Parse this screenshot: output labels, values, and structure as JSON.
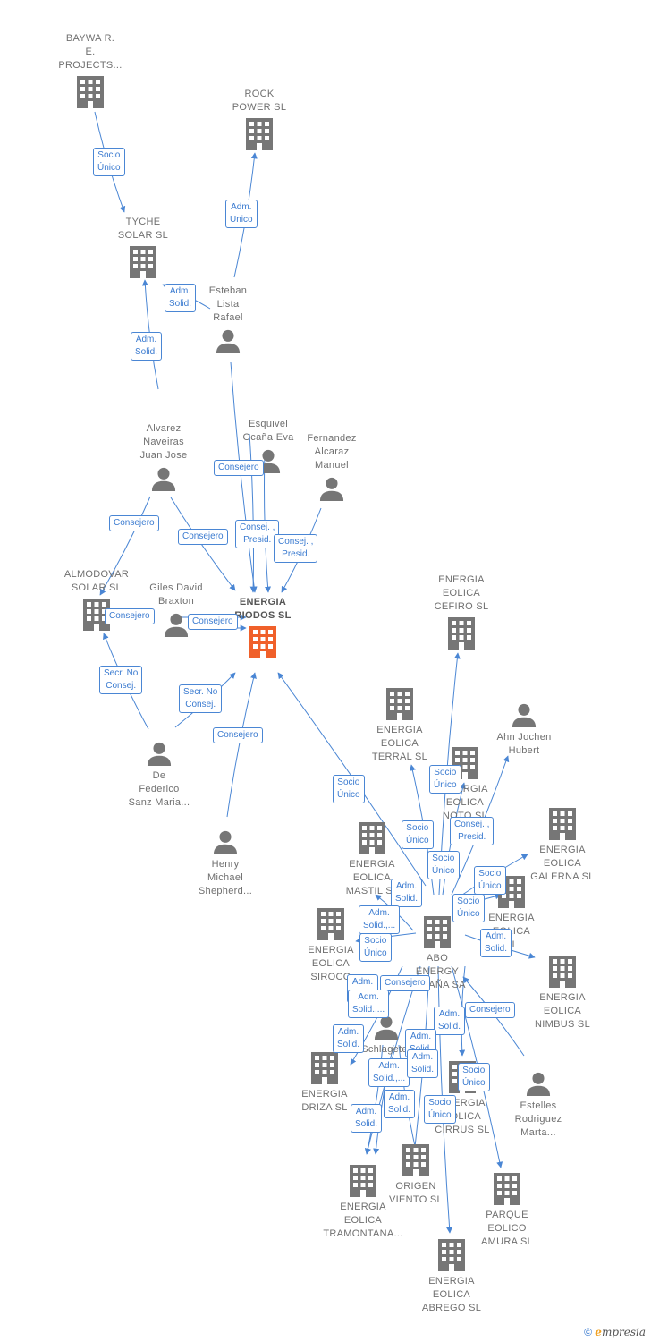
{
  "colors": {
    "edge": "#4a86d4",
    "company": "#767676",
    "person": "#767676",
    "main": "#f0602a"
  },
  "nodes": [
    {
      "id": "bayway",
      "type": "company",
      "label": "BAYWA R.\nE.\nPROJECTS..."
    },
    {
      "id": "rock",
      "type": "company",
      "label": "ROCK\nPOWER SL"
    },
    {
      "id": "tyche",
      "type": "company",
      "label": "TYCHE\nSOLAR  SL"
    },
    {
      "id": "esteban",
      "type": "person",
      "label": "Esteban\nLista\nRafael"
    },
    {
      "id": "alvarez",
      "type": "person",
      "label": "Alvarez\nNaveiras\nJuan Jose"
    },
    {
      "id": "esquivel",
      "type": "person",
      "label": "Esquivel\nOcaña Eva"
    },
    {
      "id": "fernandez",
      "type": "person",
      "label": "Fernandez\nAlcaraz\nManuel"
    },
    {
      "id": "almodovar",
      "type": "company",
      "label": "ALMODOVAR\nSOLAR  SL"
    },
    {
      "id": "giles",
      "type": "person",
      "label": "Giles David\nBraxton"
    },
    {
      "id": "main",
      "type": "main",
      "label": "ENERGIA\nRIODOS  SL"
    },
    {
      "id": "cefiro",
      "type": "company",
      "label": "ENERGIA\nEOLICA\nCEFIRO  SL"
    },
    {
      "id": "defederico",
      "type": "person",
      "label": "De\nFederico\nSanz Maria..."
    },
    {
      "id": "terral",
      "type": "company",
      "label": "ENERGIA\nEOLICA\nTERRAL  SL"
    },
    {
      "id": "ahn",
      "type": "person",
      "label": "Ahn Jochen\nHubert"
    },
    {
      "id": "noto",
      "type": "company",
      "label": "ENERGIA\nEOLICA\nNOTO  SL"
    },
    {
      "id": "galerna",
      "type": "company",
      "label": "ENERGIA\nEOLICA\nGALERNA  SL"
    },
    {
      "id": "henry",
      "type": "person",
      "label": "Henry\nMichael\nShepherd..."
    },
    {
      "id": "mastil",
      "type": "company",
      "label": "ENERGIA\nEOLICA\nMASTIL SL"
    },
    {
      "id": "eolica_sl",
      "type": "company",
      "label": "ENERGIA\nEOLICA\nSL"
    },
    {
      "id": "siroco",
      "type": "company",
      "label": "ENERGIA\nEOLICA\nSIROCO"
    },
    {
      "id": "abo",
      "type": "company",
      "label": "ABO\nENERGY\nESPAÑA SA"
    },
    {
      "id": "nimbus",
      "type": "company",
      "label": "ENERGIA\nEOLICA\nNIMBUS SL"
    },
    {
      "id": "schlageter",
      "type": "person",
      "label": "Schlageter\nKlaus\nM..."
    },
    {
      "id": "driza",
      "type": "company",
      "label": "ENERGIA\nDRIZA  SL"
    },
    {
      "id": "cirrus",
      "type": "company",
      "label": "ENERGIA\nEOLICA\nCIRRUS SL"
    },
    {
      "id": "estelles",
      "type": "person",
      "label": "Estelles\nRodriguez\nMarta..."
    },
    {
      "id": "origen",
      "type": "company",
      "label": "ORIGEN\nVIENTO  SL"
    },
    {
      "id": "tramontana",
      "type": "company",
      "label": "ENERGIA\nEOLICA\nTRAMONTANA..."
    },
    {
      "id": "amura",
      "type": "company",
      "label": "PARQUE\nEOLICO\nAMURA SL"
    },
    {
      "id": "abrego",
      "type": "company",
      "label": "ENERGIA\nEOLICA\nABREGO  SL"
    }
  ],
  "edge_labels": [
    "Socio\nÚnico",
    "Adm.\nUnico",
    "Adm.\nSolid.",
    "Adm.\nSolid.",
    "Consejero",
    "Consej. ,\nPresid.",
    "Consej. ,\nPresid.",
    "Consejero",
    "Consejero",
    "Consejero",
    "Consejero",
    "Secr.  No\nConsej.",
    "Secr.  No\nConsej.",
    "Consejero",
    "Socio\nÚnico",
    "Socio\nÚnico",
    "Socio\nÚnico",
    "Consej. ,\nPresid.",
    "Socio\nÚnico",
    "Socio\nÚnico",
    "Adm.\nSolid.",
    "Socio\nÚnico",
    "Adm.\nSolid.,...",
    "Adm.\nSolid.",
    "Socio\nÚnico",
    "Adm.\nSolid.",
    "Consejero",
    "Adm.\nSolid.,...",
    "Adm.\nSolid.",
    "Consejero",
    "Adm.\nSolid.",
    "Adm.\nSolid.",
    "Adm.\nSolid.,...",
    "Socio\nÚnico",
    "Adm.\nSolid.",
    "Socio\nÚnico",
    "Adm.\nSolid.",
    "Adm.\nSolid."
  ],
  "footer": {
    "copyright": "©",
    "brand_e": "e",
    "brand_rest": "mpresia"
  }
}
